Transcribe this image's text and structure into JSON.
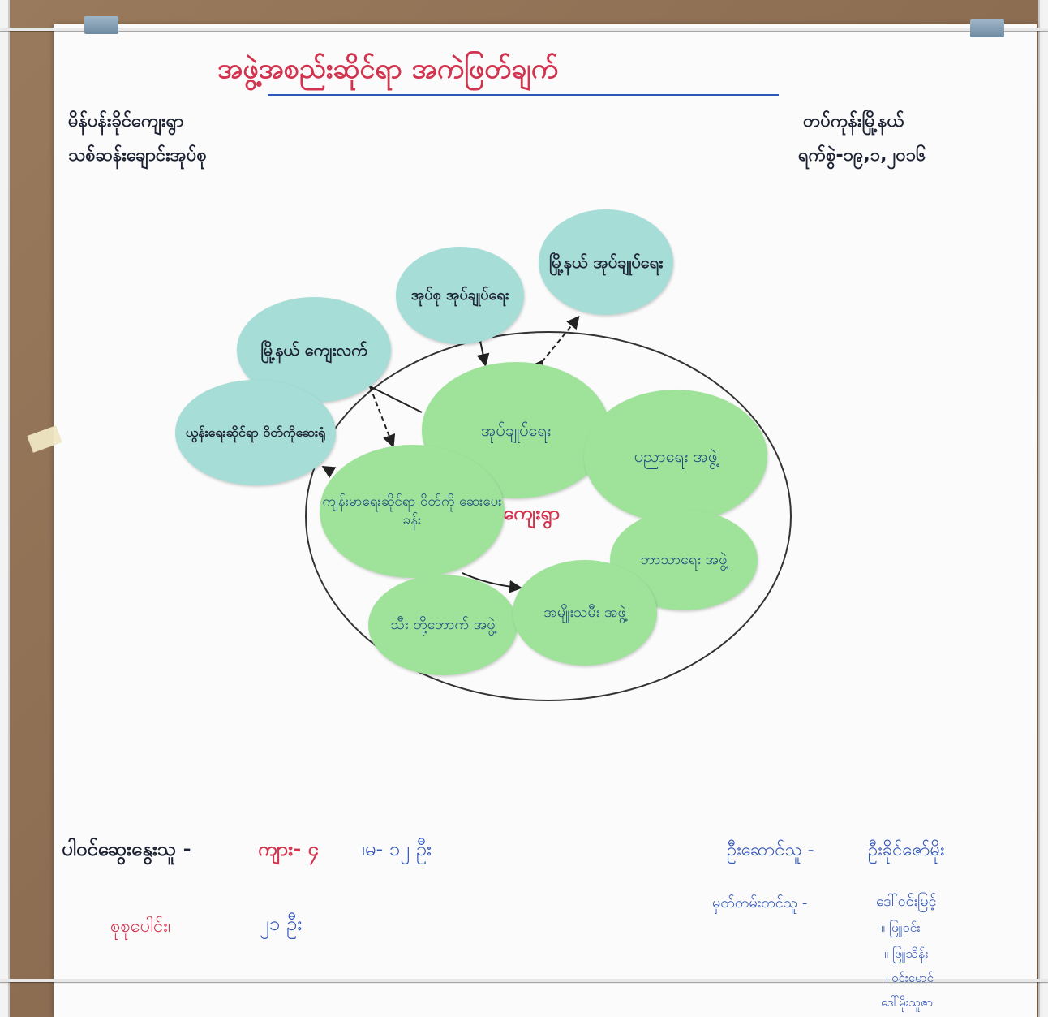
{
  "poster": {
    "title": "အဖွဲ့အစည်းဆိုင်ရာ အကဲဖြတ်ချက်",
    "location_line1": "မိန်ပန်းခိုင်ကျေးရွာ",
    "location_line2": "သစ်ဆန်းချောင်းအုပ်စု",
    "township_line": "တပ်ကုန်းမြို့နယ်",
    "date_line": "ရက်စွဲ-၁၉,၁,၂၀၁၆",
    "center_label": "ကျေးရွာ",
    "participants_label": "ပါဝင်ဆွေးနွေးသူ -",
    "participants_male": "ကျား- ၄",
    "participants_female": "၊မ- ၁၂ ဦး",
    "total_label": "စုစုပေါင်း၊",
    "total_value": "၂၁ ဦး",
    "facilitator_label": "ဦးဆောင်သူ -",
    "facilitator_name": "ဦးခိုင်ဇော်မိုး",
    "recorder_label": "မှတ်တမ်းတင်သူ -",
    "recorder_names": [
      "ဒေါ်ဝင်းမြင့်",
      "၊၊ ဖြူဝင်း",
      "၊၊ ဖြူသိန်း",
      "၊ ဝင်းမောင်",
      "ဒေါ်မိုးသူဇာ"
    ]
  },
  "circles": {
    "township_admin": "မြို့နယ် အုပ်ချုပ်ရေး",
    "tract_admin": "အုပ်စု အုပ်ချုပ်ရေး",
    "township_market": "မြို့နယ် ကျေးလက်",
    "township_health": "ယွန်းရေးဆိုင်ရာ ဝိတ်ကိုဆေးရုံ",
    "village_admin": "အုပ်ချုပ်ရေး",
    "education": "ပညာရေး အဖွဲ့",
    "village_health": "ကျန်းမာရေးဆိုင်ရာ ဝိတ်ကို ဆေးပေးခန်း",
    "religious": "ဘာသာရေး အဖွဲ့",
    "elders": "သီး တို့ဘောက် အဖွဲ့",
    "women": "အမျိုးသမီး အဖွဲ့"
  },
  "colors": {
    "teal_circle": "#a6ddd6",
    "green_circle": "#9fe39a",
    "title_red": "#d2344f",
    "ink_blue": "#2f55b8",
    "ink_black": "#1d2233"
  }
}
